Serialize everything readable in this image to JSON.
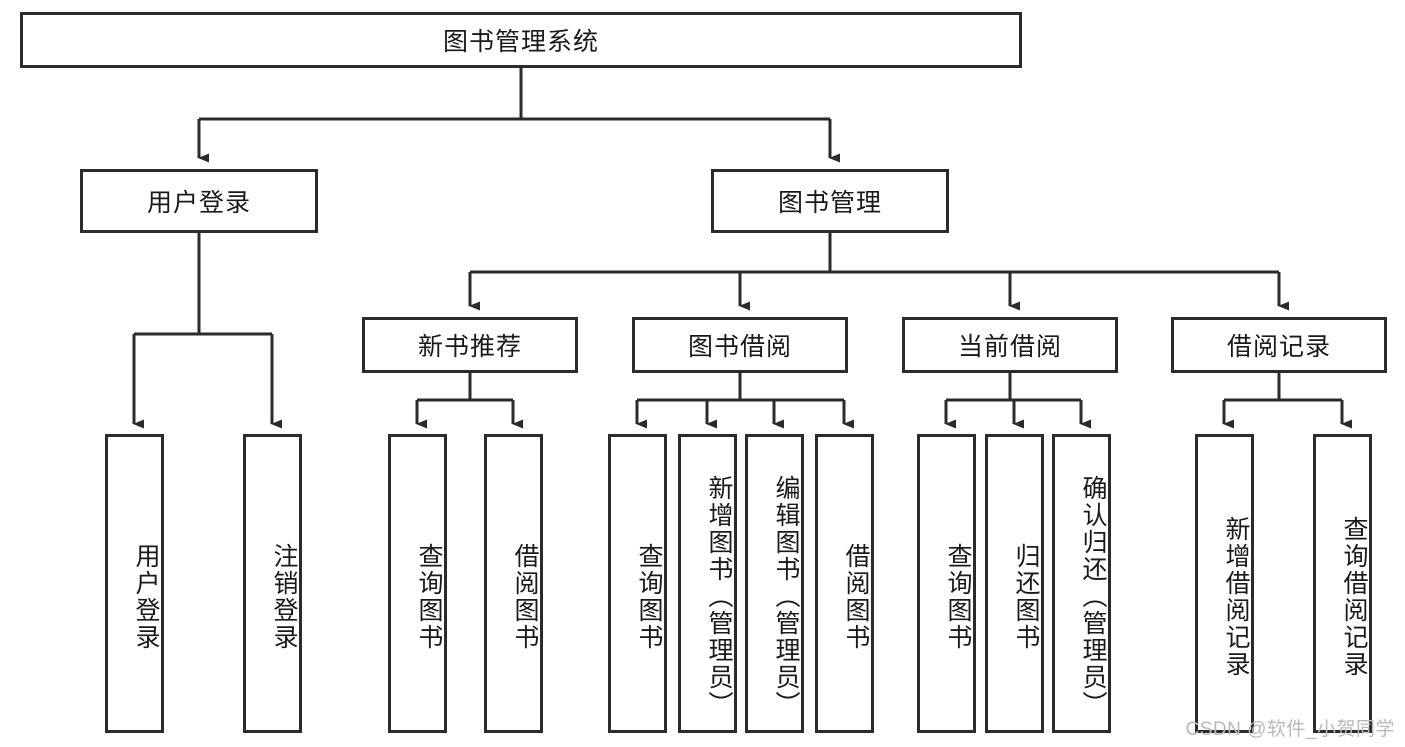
{
  "diagram": {
    "title": "图书管理系统",
    "type": "tree-hierarchy-chart",
    "colors": {
      "box_border": "#2b2b2b",
      "box_fill": "#ffffff",
      "connector": "#2b2b2b",
      "text": "#1a1a1a",
      "watermark": "#b9b9b9"
    },
    "root": {
      "label": "图书管理系统"
    },
    "level2": [
      {
        "label": "用户登录"
      },
      {
        "label": "图书管理"
      }
    ],
    "level3": [
      {
        "label": "新书推荐"
      },
      {
        "label": "图书借阅"
      },
      {
        "label": "当前借阅"
      },
      {
        "label": "借阅记录"
      }
    ],
    "leaves": {
      "user_login": [
        {
          "label": "用户登录"
        },
        {
          "label": "注销登录"
        }
      ],
      "new_book_recommend": [
        {
          "label": "查询图书"
        },
        {
          "label": "借阅图书"
        }
      ],
      "book_borrow": [
        {
          "label": "查询图书"
        },
        {
          "label": "新增图书（管理员）"
        },
        {
          "label": "编辑图书（管理员）"
        },
        {
          "label": "借阅图书"
        }
      ],
      "current_borrow": [
        {
          "label": "查询图书"
        },
        {
          "label": "归还图书"
        },
        {
          "label": "确认归还（管理员）"
        }
      ],
      "borrow_record": [
        {
          "label": "新增借阅记录"
        },
        {
          "label": "查询借阅记录"
        }
      ]
    },
    "watermark": "CSDN @软件_小贺同学"
  }
}
